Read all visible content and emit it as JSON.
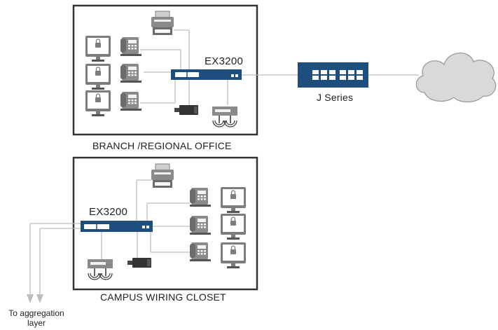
{
  "branch": {
    "caption": "BRANCH /REGIONAL OFFICE",
    "switch_label": "EX3200"
  },
  "jseries": {
    "label": "J Series"
  },
  "campus": {
    "caption": "CAMPUS WIRING CLOSET",
    "switch_label": "EX3200"
  },
  "aggregation": {
    "label_line1": "To aggregation",
    "label_line2": "layer"
  },
  "colors": {
    "switch": "#1d4e7e",
    "frame": "#333333",
    "link": "#bdbdbd",
    "device": "#8a8a8a",
    "cloud": "#d9d9d9"
  },
  "icons": [
    "printer-icon",
    "phone-icon",
    "monitor-icon",
    "camera-icon",
    "access-point-icon",
    "cloud-icon",
    "router-icon",
    "switch-icon"
  ]
}
